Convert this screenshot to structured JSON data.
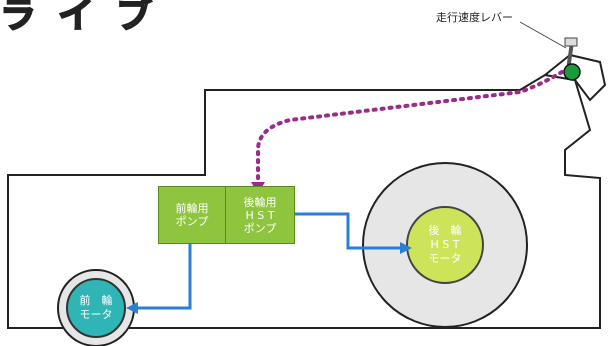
{
  "title_fragment": "ライブ",
  "lever": {
    "label": "走行速度レバー",
    "indicator_color": "#1a9a3a"
  },
  "boxes": {
    "front_pump": {
      "label": "前輪用\nポンプ",
      "color": "#8fc43f"
    },
    "rear_hst_pump": {
      "label": "後輪用\nH S T\nポンプ",
      "color": "#8fc43f"
    }
  },
  "motors": {
    "rear": {
      "label": "後　輪\nH S T\nモータ",
      "color": "#cde35a"
    },
    "front": {
      "label": "前　輪\nモータ",
      "color": "#2fb5b5"
    }
  },
  "flow_colors": {
    "hydraulic": "#2a7fd4",
    "control": "#9c2a8a"
  }
}
